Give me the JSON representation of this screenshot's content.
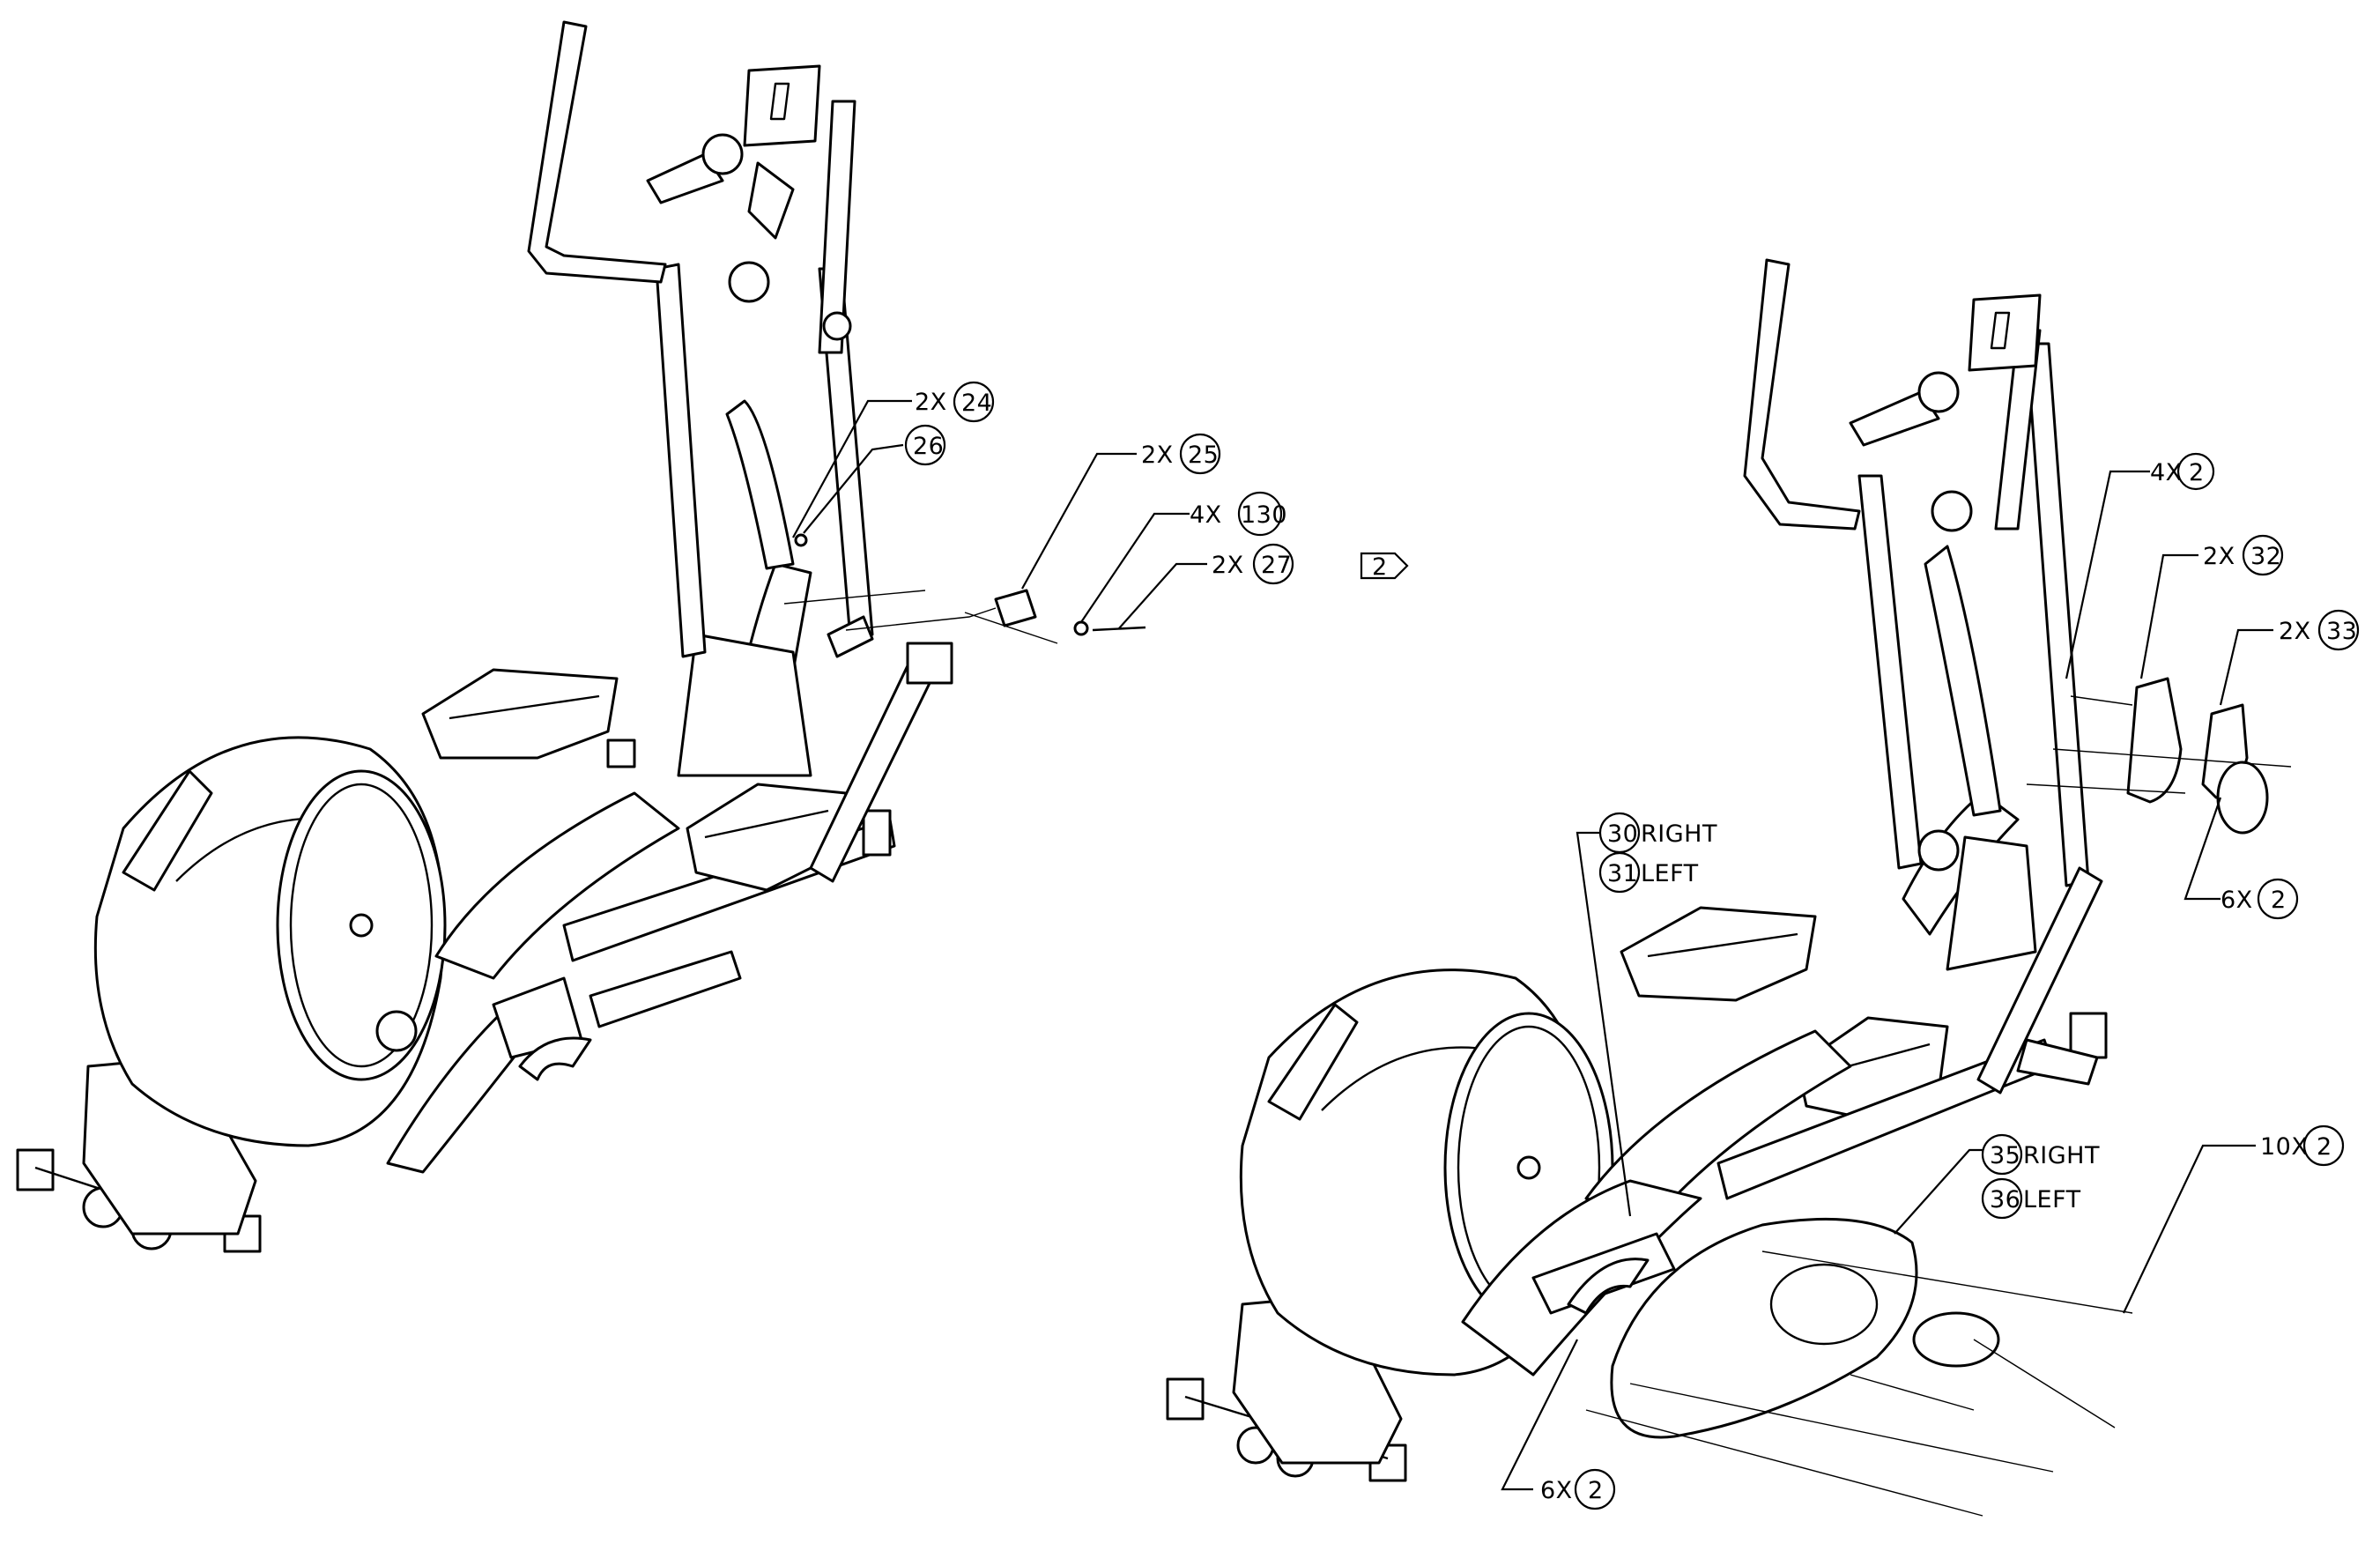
{
  "step_badge": "2",
  "callouts": {
    "c24": {
      "qty": "2X",
      "num": "24"
    },
    "c26": {
      "num": "26"
    },
    "c25": {
      "qty": "2X",
      "num": "25"
    },
    "c130": {
      "qty": "4X",
      "num": "130"
    },
    "c27": {
      "qty": "2X",
      "num": "27"
    },
    "c4x2": {
      "qty": "4X",
      "num": "2"
    },
    "c32": {
      "qty": "2X",
      "num": "32"
    },
    "c33": {
      "qty": "2X",
      "num": "33"
    },
    "c30": {
      "num": "30",
      "side": "RIGHT"
    },
    "c31": {
      "num": "31",
      "side": "LEFT"
    },
    "c6x2a": {
      "qty": "6X",
      "num": "2"
    },
    "c35": {
      "num": "35",
      "side": "RIGHT"
    },
    "c36": {
      "num": "36",
      "side": "LEFT"
    },
    "c10x2": {
      "qty": "10X",
      "num": "2"
    },
    "c6x2b": {
      "qty": "6X",
      "num": "2"
    }
  }
}
